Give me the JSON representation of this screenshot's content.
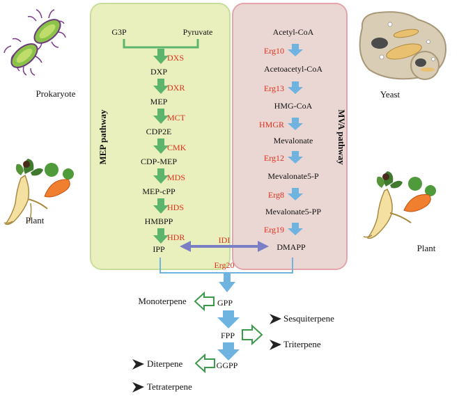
{
  "organisms": {
    "prokaryote": "Prokaryote",
    "yeast": "Yeast",
    "plant_left": "Plant",
    "plant_right": "Plant"
  },
  "mep": {
    "title": "MEP pathway",
    "g3p": "G3P",
    "pyruvate": "Pyruvate",
    "metabolites": [
      "DXP",
      "MEP",
      "CDP2E",
      "CDP-MEP",
      "MEP-cPP",
      "HMBPP",
      "IPP"
    ],
    "enzymes": [
      "DXS",
      "DXR",
      "MCT",
      "CMK",
      "MDS",
      "HDS",
      "HDR"
    ]
  },
  "mva": {
    "title": "MVA pathway",
    "metabolites": [
      "Acetyl-CoA",
      "Acetoacetyl-CoA",
      "HMG-CoA",
      "Mevalonate",
      "Mevalonate5-P",
      "Mevalonate5-PP",
      "DMAPP"
    ],
    "enzymes": [
      "Erg10",
      "Erg13",
      "HMGR",
      "Erg12",
      "Erg8",
      "Erg19"
    ]
  },
  "links": {
    "idi": "IDI",
    "erg20": "Erg20"
  },
  "products": {
    "gpp": "GPP",
    "fpp": "FPP",
    "ggpp": "GGPP",
    "monoterpene": "Monoterpene",
    "sesquiterpene": "Sesquiterpene",
    "triterpene": "Triterpene",
    "diterpene": "Diterpene",
    "tetraterpene": "Tetraterpene"
  },
  "colors": {
    "mep_fill": "#e9efbd",
    "mep_border": "#c7dd9a",
    "mva_fill": "#ead6d2",
    "mva_border": "#e3a5ab",
    "green_arrow": "#5db46c",
    "blue_arrow": "#6fb3e0",
    "enzyme_red": "#e0301e",
    "idi_arrow": "#7a7ec4",
    "outline_green": "#3a9a4a"
  }
}
